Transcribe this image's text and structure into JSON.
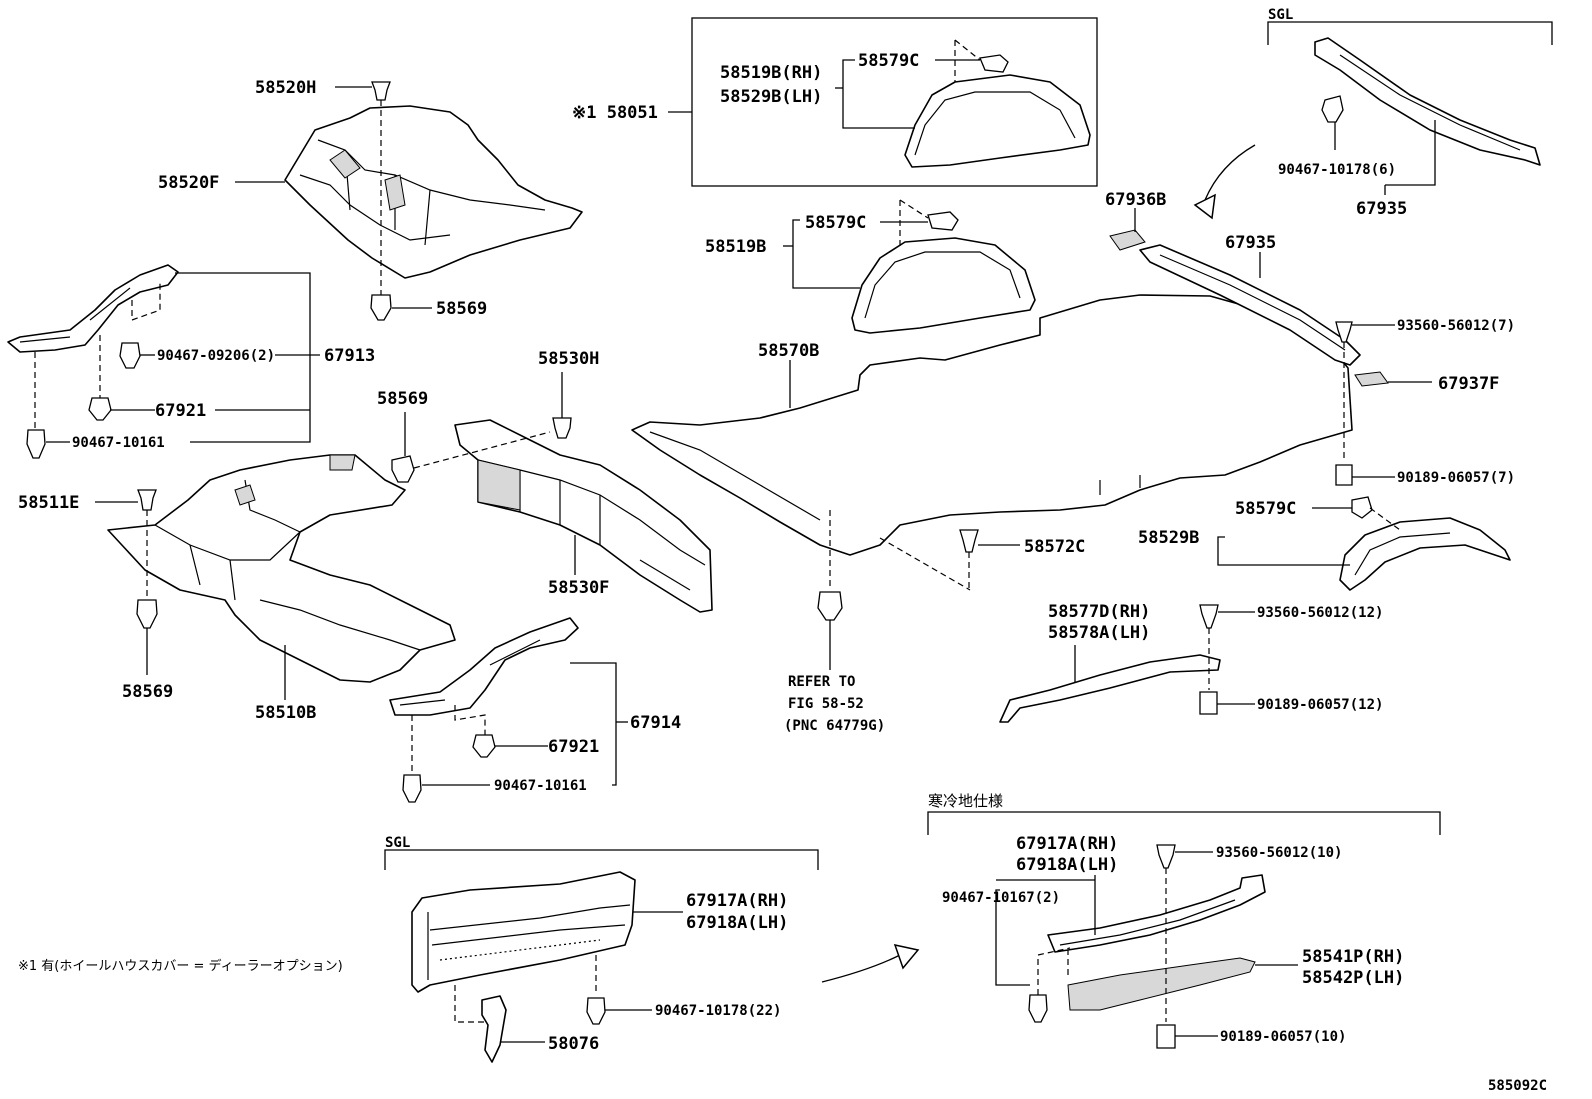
{
  "labels": {
    "p58520H": "58520H",
    "p58520F": "58520F",
    "p58569a": "58569",
    "p90467_09206": "90467-09206(2)",
    "p67913": "67913",
    "p67921a": "67921",
    "p90467_10161a": "90467-10161",
    "p58569b": "58569",
    "p58530H": "58530H",
    "p58511E": "58511E",
    "p58530F": "58530F",
    "p58569c": "58569",
    "p58510B": "58510B",
    "p67921b": "67921",
    "p67914": "67914",
    "p90467_10161b": "90467-10161",
    "p58519B_RH": "58519B(RH)",
    "p58529B_LH": "58529B(LH)",
    "p58579C_a": "58579C",
    "p58051": "※1 58051",
    "p58519B": "58519B",
    "p58579C_b": "58579C",
    "p58570B": "58570B",
    "p58572C": "58572C",
    "refer1": "REFER TO",
    "refer2": "FIG 58-52",
    "refer3": "(PNC 64779G)",
    "sgl_top": "SGL",
    "p90467_10178_6": "90467-10178(6)",
    "p67935a": "67935",
    "p67936B": "67936B",
    "p67935b": "67935",
    "p93560_56012_7": "93560-56012(7)",
    "p67937F": "67937F",
    "p90189_06057_7": "90189-06057(7)",
    "p58579C_c": "58579C",
    "p58529B": "58529B",
    "p58577D": "58577D(RH)",
    "p58578A": "58578A(LH)",
    "p93560_56012_12": "93560-56012(12)",
    "p90189_06057_12": "90189-06057(12)",
    "sgl_bottom": "SGL",
    "p67917A_a": "67917A(RH)",
    "p67918A_a": "67918A(LH)",
    "p90467_10178_22": "90467-10178(22)",
    "p58076": "58076",
    "cold": "寒冷地仕様",
    "p67917A_b": "67917A(RH)",
    "p67918A_b": "67918A(LH)",
    "p93560_56012_10": "93560-56012(10)",
    "p90467_10167_2": "90467-10167(2)",
    "p58541P": "58541P(RH)",
    "p58542P": "58542P(LH)",
    "p90189_06057_10": "90189-06057(10)",
    "note": "※1 有(ホイールハウスカバー = ディーラーオプション)",
    "figno": "585092C"
  }
}
